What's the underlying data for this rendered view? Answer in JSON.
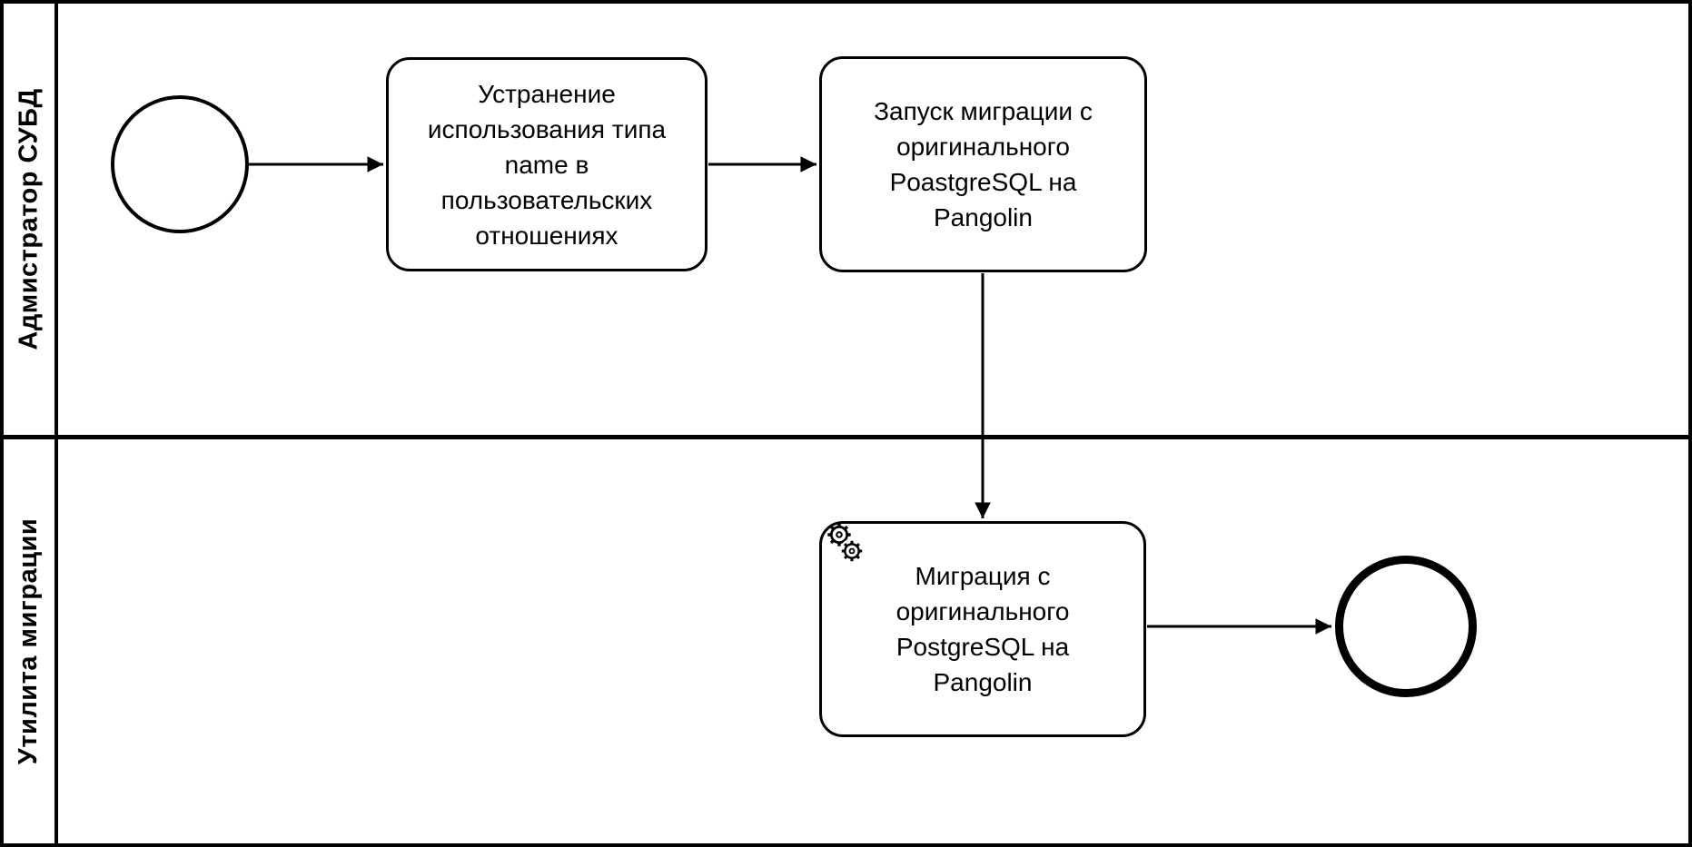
{
  "diagram": {
    "kind": "BPMN process diagram",
    "colors": {
      "stroke": "#000000",
      "background": "#ffffff"
    },
    "pool": {
      "lanes": [
        {
          "label": "Адмистратор СУБД"
        },
        {
          "label": "Утилита миграции"
        }
      ]
    },
    "nodes": {
      "start_event": {
        "kind": "start-event"
      },
      "task_eliminate_name_type": {
        "kind": "task",
        "lane": "Адмистратор СУБД",
        "label": "Устранение\nиспользования типа\nname в\nпользовательских\nотношениях"
      },
      "task_start_migration": {
        "kind": "task",
        "lane": "Адмистратор СУБД",
        "label": "Запуск миграции с\nоригинального\nPoastgreSQL на\nPangolin"
      },
      "task_migration_service": {
        "kind": "service-task",
        "lane": "Утилита миграции",
        "icon": "service-gear-icon",
        "label": "Миграция с\nоригинального\nPostgreSQL на\nPangolin"
      },
      "end_event": {
        "kind": "end-event"
      }
    },
    "flows": [
      {
        "from": "start_event",
        "to": "task_eliminate_name_type"
      },
      {
        "from": "task_eliminate_name_type",
        "to": "task_start_migration"
      },
      {
        "from": "task_start_migration",
        "to": "task_migration_service"
      },
      {
        "from": "task_migration_service",
        "to": "end_event"
      }
    ]
  }
}
